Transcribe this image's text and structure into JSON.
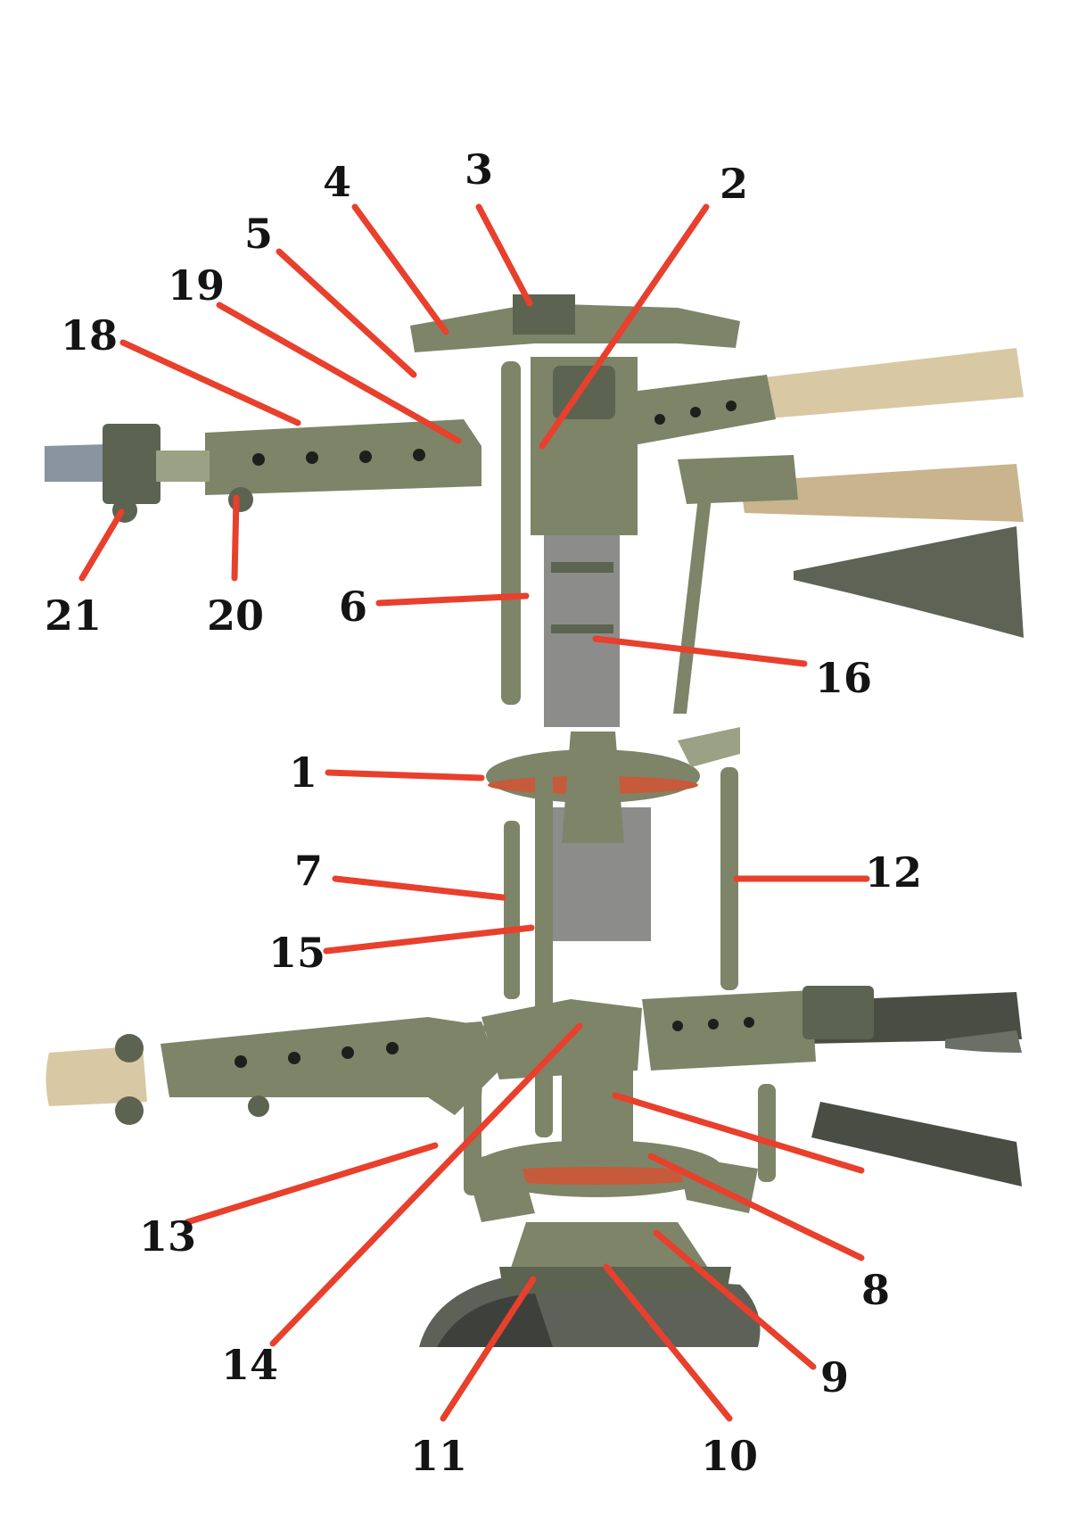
{
  "labels": [
    {
      "id": "1",
      "text": "1"
    },
    {
      "id": "2",
      "text": "2"
    },
    {
      "id": "3",
      "text": "3"
    },
    {
      "id": "4",
      "text": "4"
    },
    {
      "id": "5",
      "text": "5"
    },
    {
      "id": "6",
      "text": "6"
    },
    {
      "id": "7",
      "text": "7"
    },
    {
      "id": "8",
      "text": "8"
    },
    {
      "id": "9",
      "text": "9"
    },
    {
      "id": "10",
      "text": "10"
    },
    {
      "id": "11",
      "text": "11"
    },
    {
      "id": "12",
      "text": "12"
    },
    {
      "id": "13",
      "text": "13"
    },
    {
      "id": "14",
      "text": "14"
    },
    {
      "id": "15",
      "text": "15"
    },
    {
      "id": "16",
      "text": "16"
    },
    {
      "id": "18",
      "text": "18"
    },
    {
      "id": "19",
      "text": "19"
    },
    {
      "id": "20",
      "text": "20"
    },
    {
      "id": "21",
      "text": "21"
    }
  ],
  "colors": {
    "leader": "#e8402c",
    "label": "#141414",
    "background": "#ffffff"
  }
}
